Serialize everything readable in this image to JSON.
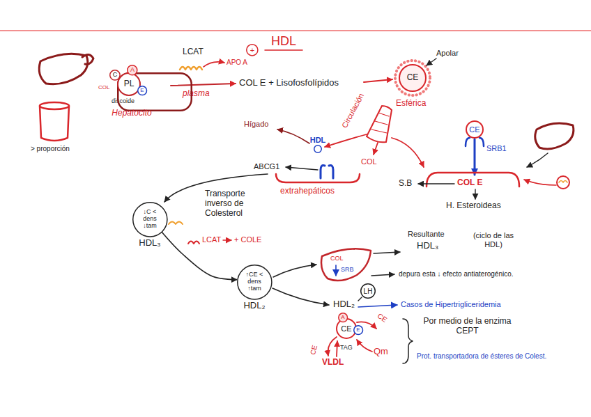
{
  "diagram": {
    "title": "HDL",
    "nodes": [
      {
        "text": [
          "Hepatocito"
        ]
      },
      {
        "text": [
          "PL"
        ],
        "in": 0
      },
      {
        "text": [
          "C"
        ],
        "in": 0
      },
      {
        "text": [
          "A"
        ],
        "in": 0
      },
      {
        "text": [
          "E"
        ],
        "in": 0
      },
      {
        "text": [
          "+"
        ]
      },
      {
        "text": [
          "CE"
        ]
      },
      {
        "text": [
          "HDL"
        ]
      },
      {
        "text": [
          "CE"
        ]
      },
      {
        "text": [
          "↓C < dens ↓tam",
          "HDL₃"
        ]
      },
      {
        "text": [
          "↑CE < dens ↑tam",
          "HDL₂"
        ]
      },
      {
        "text": [
          "LH"
        ]
      },
      {
        "text": [
          "CE"
        ]
      },
      {
        "text": [
          "A"
        ]
      },
      {
        "text": [
          "E"
        ]
      }
    ],
    "edges": [
      {
        "from": 9,
        "to": 10,
        "arrow": "to"
      }
    ],
    "labels": [
      "LCAT",
      "APO A",
      "COL E + Lisofosfolípidos",
      "Apolar",
      "Esférica",
      "COL",
      "discoide",
      "plasma",
      "> proporción",
      "Circulación",
      "Hígado",
      "ABCG1",
      "extrahepáticos",
      "COL",
      "SRB1",
      "COL E",
      "S.B",
      "H. Esteroideas",
      "Transporte inverso de Colesterol",
      "LCAT",
      "+ COLE",
      "COL",
      "SRB",
      "Resultante",
      "HDL₃",
      "(ciclo de las HDL)",
      "depura esta ↓ efecto antiaterogénico.",
      "HDL₂",
      "Casos de Hipertrigliceridemia",
      "CE",
      "CE",
      "TAG",
      "VLDL",
      "Qm",
      "Por medio de la enzima CEPT",
      "Prot. transportadora de ésteres de Colest."
    ]
  }
}
